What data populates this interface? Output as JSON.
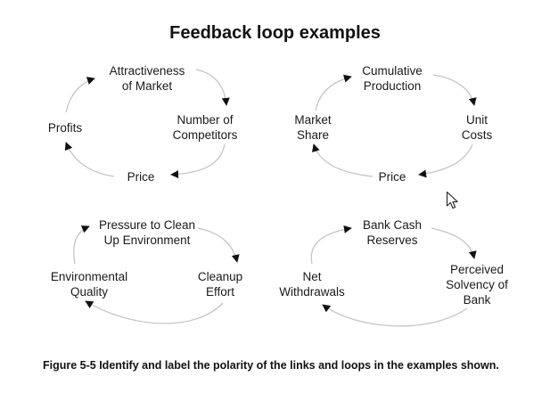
{
  "title": "Feedback loop examples",
  "loops": [
    {
      "nodes": [
        "Attractiveness\nof Market",
        "Number of\nCompetitors",
        "Price",
        "Profits"
      ]
    },
    {
      "nodes": [
        "Cumulative\nProduction",
        "Unit\nCosts",
        "Price",
        "Market\nShare"
      ]
    },
    {
      "nodes": [
        "Pressure to Clean\nUp Environment",
        "Cleanup\nEffort",
        "Environmental\nQuality"
      ]
    },
    {
      "nodes": [
        "Bank Cash\nReserves",
        "Perceived\nSolvency of\nBank",
        "Net\nWithdrawals"
      ]
    }
  ],
  "caption": "Figure 5-5  Identify and label the polarity of the links and loops in the examples shown.",
  "colors": {
    "arc": "#c4c4c4",
    "arrow": "#111111",
    "text": "#1a1a1a"
  },
  "icons": {
    "cursor": "mouse-pointer-icon"
  }
}
